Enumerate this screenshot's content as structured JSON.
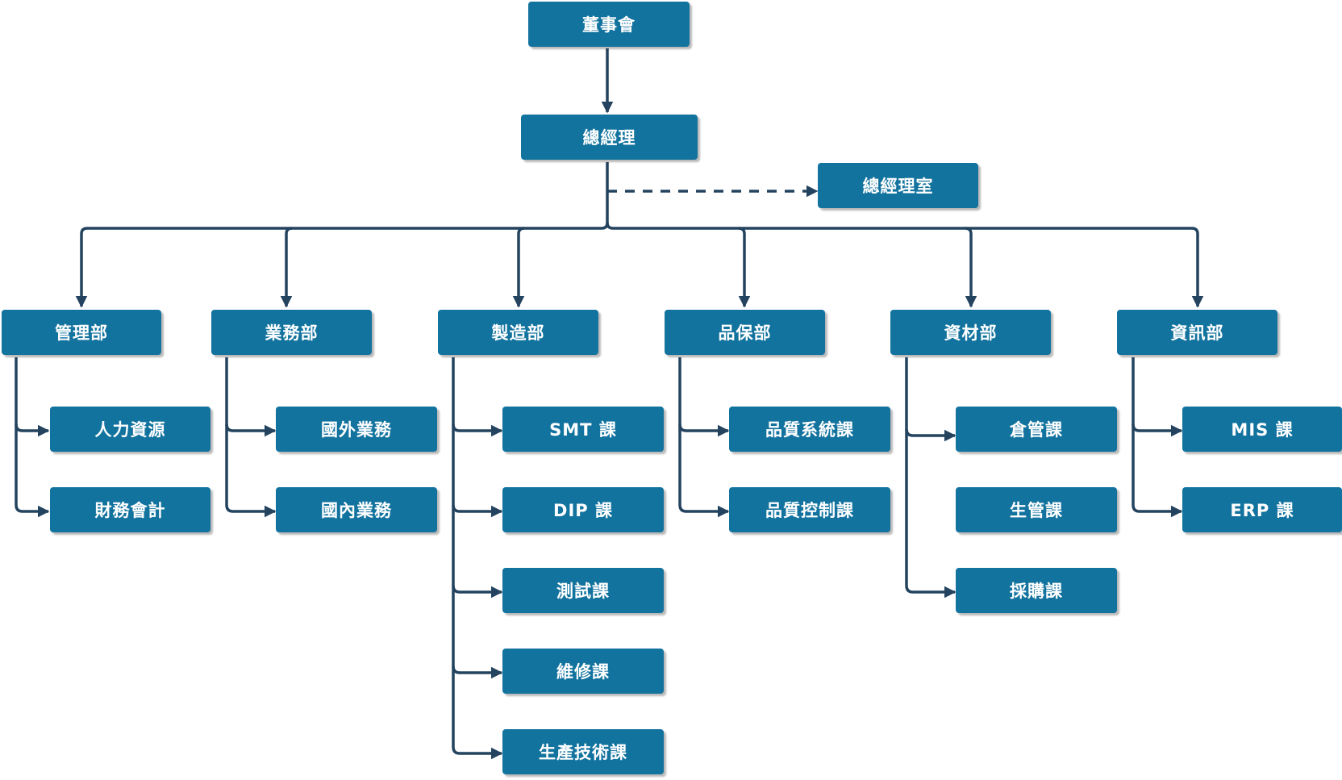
{
  "colors": {
    "box_fill": "#13739f",
    "box_text": "#ffffff",
    "connector": "#23435f"
  },
  "nodes": {
    "board": "董事會",
    "gm": "總經理",
    "gm_office": "總經理室",
    "management": "管理部",
    "hr": "人力資源",
    "finance": "財務會計",
    "sales": "業務部",
    "overseas_sales": "國外業務",
    "domestic_sales": "國內業務",
    "manufacturing": "製造部",
    "smt": "SMT 課",
    "dip": "DIP 課",
    "testing": "測試課",
    "maintenance": "維修課",
    "prod_tech": "生產技術課",
    "qa": "品保部",
    "quality_system": "品質系統課",
    "quality_control": "品質控制課",
    "materials": "資材部",
    "warehouse": "倉管課",
    "production_control": "生管課",
    "purchasing": "採購課",
    "it": "資訊部",
    "mis": "MIS 課",
    "erp": "ERP 課"
  }
}
